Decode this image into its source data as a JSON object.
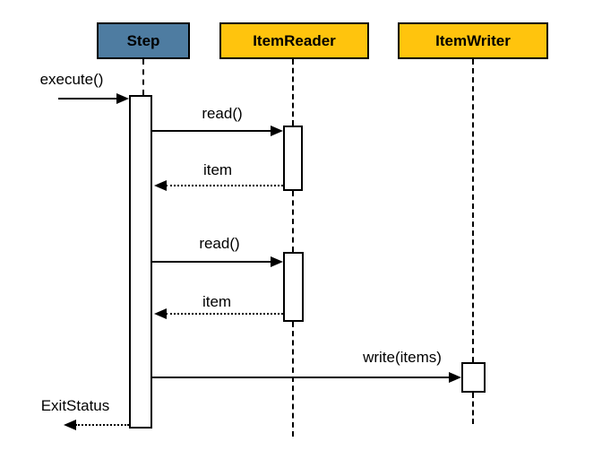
{
  "diagram": {
    "type": "uml-sequence",
    "participants": [
      {
        "id": "step",
        "label": "Step",
        "header_color": "#4E7CA1"
      },
      {
        "id": "itemreader",
        "label": "ItemReader",
        "header_color": "#FFC40D"
      },
      {
        "id": "itemwriter",
        "label": "ItemWriter",
        "header_color": "#FFC40D"
      }
    ],
    "messages": [
      {
        "label": "execute()",
        "from": "caller",
        "to": "step",
        "line": "solid",
        "direction": "right"
      },
      {
        "label": "read()",
        "from": "step",
        "to": "itemreader",
        "line": "solid",
        "direction": "right"
      },
      {
        "label": "item",
        "from": "itemreader",
        "to": "step",
        "line": "dotted",
        "direction": "left"
      },
      {
        "label": "read()",
        "from": "step",
        "to": "itemreader",
        "line": "solid",
        "direction": "right"
      },
      {
        "label": "item",
        "from": "itemreader",
        "to": "step",
        "line": "dotted",
        "direction": "left"
      },
      {
        "label": "write(items)",
        "from": "step",
        "to": "itemwriter",
        "line": "solid",
        "direction": "right"
      },
      {
        "label": "ExitStatus",
        "from": "step",
        "to": "caller",
        "line": "dotted",
        "direction": "left"
      }
    ],
    "colors": {
      "step_header": "#4E7CA1",
      "item_header": "#FFC40D",
      "line": "#000000",
      "activation_fill": "#FFFFFF",
      "background": "#FFFFFF"
    }
  }
}
